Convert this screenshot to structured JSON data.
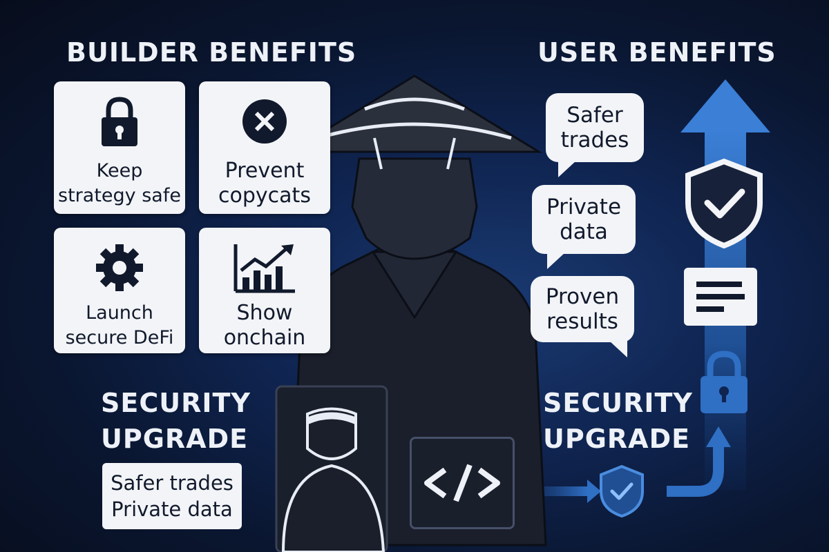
{
  "builder": {
    "heading": "BUILDER BENEFITS",
    "cards": [
      {
        "label": "Keep strategy safe",
        "icon": "padlock-icon"
      },
      {
        "label": "Prevent copycats",
        "icon": "x-circle-icon"
      },
      {
        "label": "Launch secure DeFi",
        "icon": "gear-icon"
      },
      {
        "label": "Show onchain",
        "icon": "rising-chart-icon"
      }
    ]
  },
  "user": {
    "heading": "USER BENEFITS",
    "bubbles": [
      "Safer trades",
      "Private data",
      "Proven results"
    ]
  },
  "security_left": {
    "heading_line1": "SECURITY",
    "heading_line2": "UPGRADE",
    "box_line1": "Safer trades",
    "box_line2": "Private data"
  },
  "security_right": {
    "heading_line1": "SECURITY",
    "heading_line2": "UPGRADE"
  },
  "colors": {
    "accent_blue": "#2f6fc4",
    "card_bg": "#f3f4f7",
    "heading": "#eef2f8",
    "figure": "#1b1f2b"
  }
}
